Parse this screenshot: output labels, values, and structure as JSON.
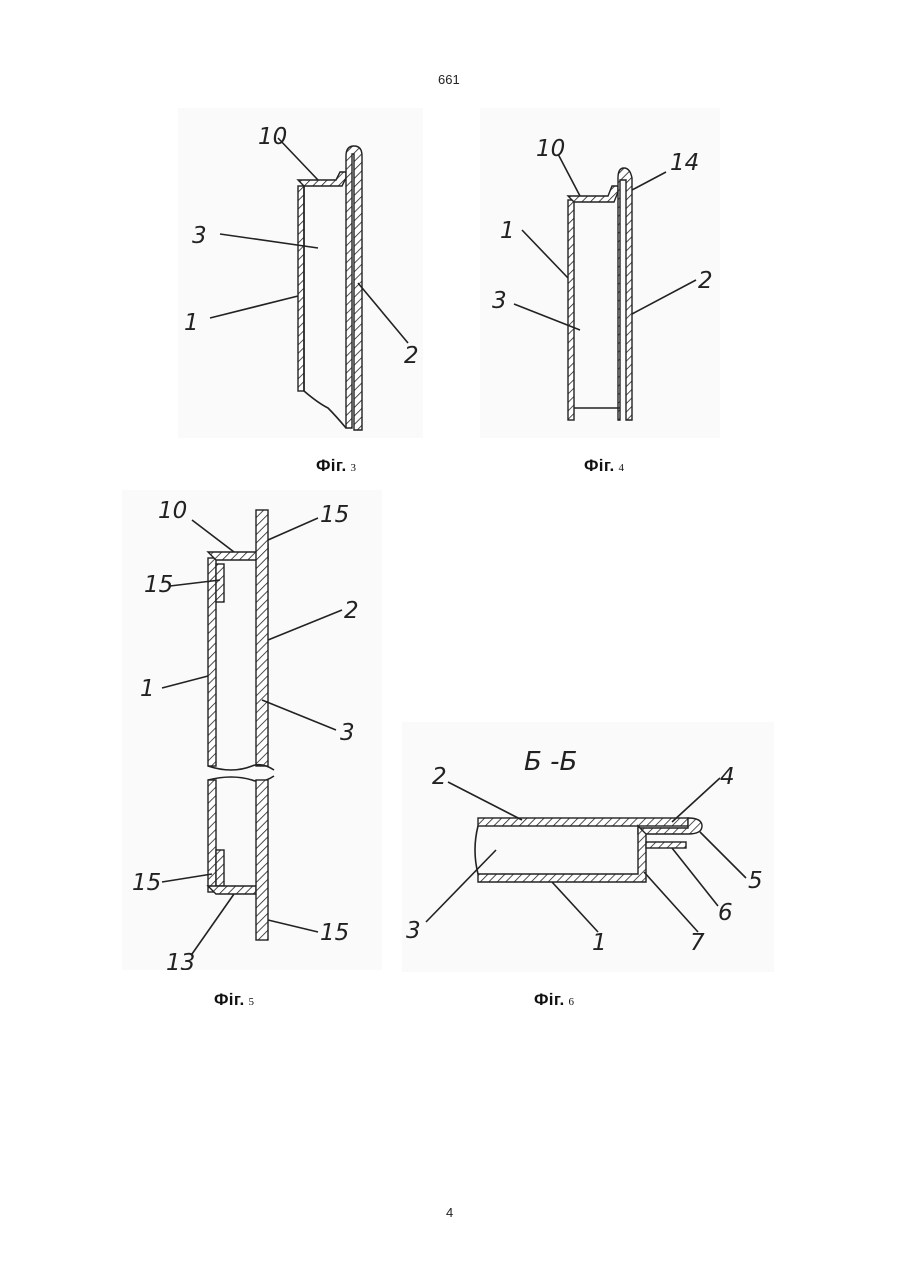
{
  "header": {
    "page_code": "661"
  },
  "footer": {
    "page_number": "4"
  },
  "figures": [
    {
      "id": "fig3",
      "caption_word": "Фіг.",
      "caption_num": "3",
      "labels": [
        "10",
        "3",
        "1",
        "2"
      ]
    },
    {
      "id": "fig4",
      "caption_word": "Фіг.",
      "caption_num": "4",
      "labels": [
        "10",
        "14",
        "1",
        "2",
        "3"
      ]
    },
    {
      "id": "fig5",
      "caption_word": "Фіг.",
      "caption_num": "5",
      "labels": [
        "10",
        "15",
        "15",
        "2",
        "1",
        "3",
        "15",
        "13",
        "15"
      ]
    },
    {
      "id": "fig6",
      "caption_word": "Фіг.",
      "caption_num": "6",
      "section_title": "Б -Б",
      "labels": [
        "2",
        "4",
        "3",
        "5",
        "6",
        "1",
        "7"
      ]
    }
  ],
  "colors": {
    "ink": "#222222",
    "background": "#ffffff",
    "fig_bg": "#fafafa"
  }
}
